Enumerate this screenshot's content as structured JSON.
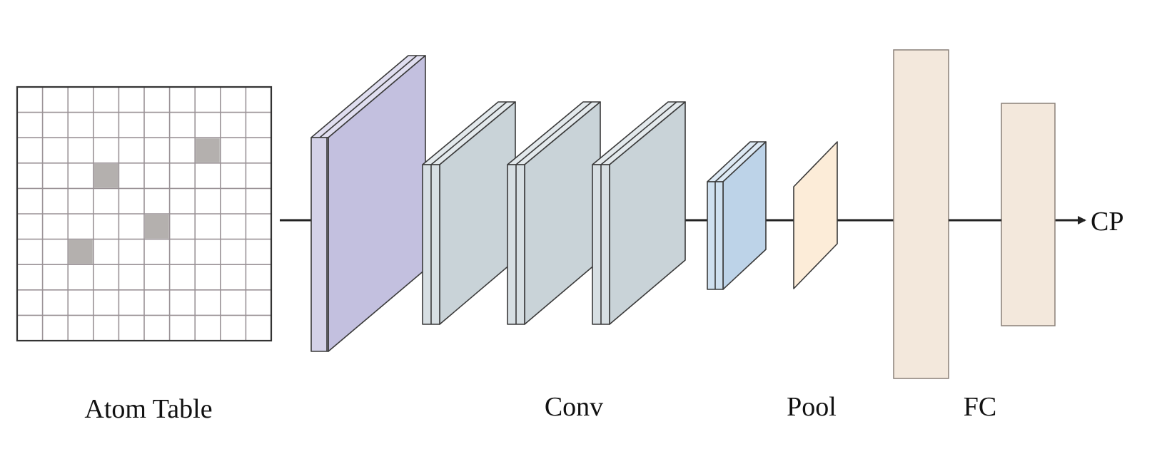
{
  "labels": {
    "atom_table": "Atom Table",
    "conv": "Conv",
    "pool": "Pool",
    "fc": "FC",
    "output": "CP"
  },
  "grid": {
    "rows": 10,
    "cols": 10,
    "highlighted_cells": [
      [
        2,
        7
      ],
      [
        3,
        3
      ],
      [
        5,
        5
      ],
      [
        6,
        2
      ]
    ]
  },
  "colors": {
    "grid_line": "#9a9296",
    "highlight": "#b4b0ae",
    "conv1_front": "#d4d2e8",
    "conv1_side": "#c3c0df",
    "conv_front": "#d7dfe3",
    "conv_side": "#c9d3d8",
    "conv_small_front": "#cfe0ef",
    "conv_small_side": "#bdd3e8",
    "pool": "#fcecd8",
    "fc": "#f3e8dc",
    "line": "#222222"
  }
}
